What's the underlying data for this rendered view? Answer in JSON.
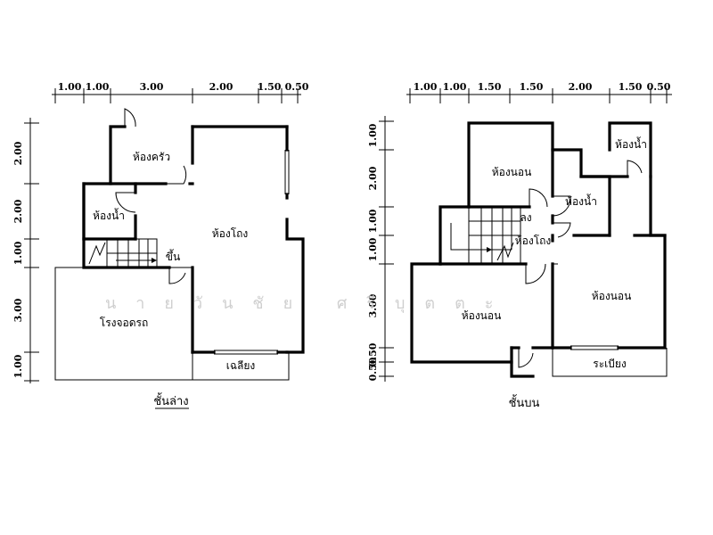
{
  "ground": {
    "top_dims": [
      "1.00",
      "1.00",
      "3.00",
      "2.00",
      "1.50",
      "0.50"
    ],
    "left_dims": [
      "2.00",
      "2.00",
      "1.00",
      "3.00",
      "1.00"
    ],
    "rooms": {
      "kitchen": "ห้องครัว",
      "bathroom": "ห้องน้ำ",
      "living": "ห้องโถง",
      "stair_up": "ขึ้น",
      "garage": "โรงจอดรถ",
      "terrace": "เฉลียง"
    },
    "caption": "ชั้นล่าง"
  },
  "upper": {
    "top_dims": [
      "1.00",
      "1.00",
      "1.50",
      "1.50",
      "2.00",
      "1.50",
      "0.50"
    ],
    "left_dims": [
      "1.00",
      "2.00",
      "1.00",
      "1.00",
      "3.00",
      "0.50",
      "0.50"
    ],
    "rooms": {
      "bedroom_1": "ห้องนอน",
      "bathroom_1": "ห้องน้ำ",
      "bathroom_2": "ห้องน้ำ",
      "stair_down": "ลง",
      "hall": "ห้องโถง",
      "bedroom_2": "ห้องนอน",
      "bedroom_3": "ห้องนอน",
      "balcony": "ระเบียง"
    },
    "caption": "ชั้นบน"
  },
  "watermark": "นายวันชัย ศรีบุตตะ"
}
